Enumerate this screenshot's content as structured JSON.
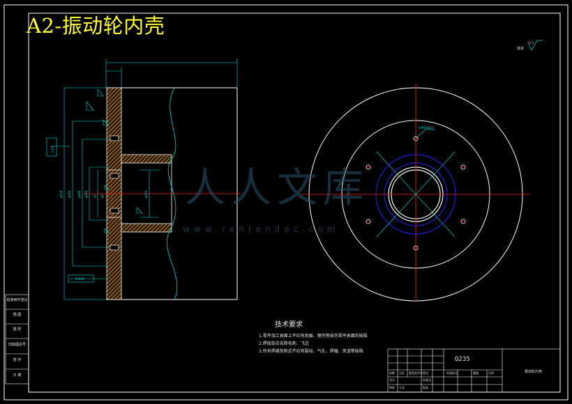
{
  "title": "A2-振动轮内壳",
  "watermark": {
    "brand": "人人文库",
    "url": "www.renrendoc.com"
  },
  "roughness": {
    "label": "其余",
    "value": "12.5"
  },
  "tech_requirements": {
    "heading": "技术要求",
    "items": [
      "1.零件加工表面上不应有划痕、擦伤等损伤零件表面的缺陷",
      "2.焊接处应去除毛刺、飞边",
      "3.所有焊缝及附近不应有裂纹、气孔、焊瘤、夹渣等缺陷"
    ]
  },
  "title_block": {
    "material": "Q235",
    "part_name": "振动轮内壳",
    "labels": [
      "处数",
      "分区",
      "更改文件号",
      "签名",
      "设计",
      "标准化",
      "阶段标记",
      "重量",
      "比例",
      "审核",
      "工艺",
      "批准"
    ]
  },
  "side_table": [
    "借通用件登记",
    "描 图",
    "描 校",
    "旧底图总号",
    "签 字",
    "日 期"
  ],
  "dimensions": {
    "left_view": [
      "φ518",
      "φ390",
      "φ286",
      "φ194",
      "φ164",
      "φ1",
      "φ2"
    ],
    "tolerance_boxes": [
      "0.03",
      "0.03 A"
    ],
    "hole_note": "6-M16深20"
  },
  "colors": {
    "title": "#ffff33",
    "outline": "#ffffff",
    "center_line": "#ff2222",
    "hatch": "#ffb84d",
    "dimension": "#00dddd",
    "circle_blue": "#2222ff",
    "watermark": "#2a5670"
  }
}
